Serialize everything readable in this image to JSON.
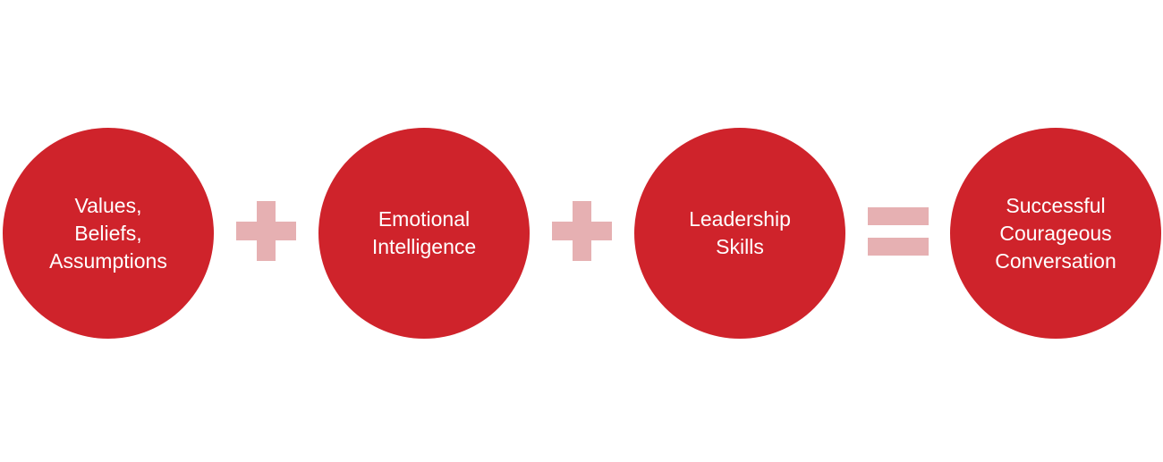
{
  "diagram": {
    "circles": [
      {
        "label": "Values,\nBeliefs,\nAssumptions"
      },
      {
        "label": "Emotional\nIntelligence"
      },
      {
        "label": "Leadership\nSkills"
      },
      {
        "label": "Successful\nCourageous\nConversation"
      }
    ],
    "operators": [
      "plus",
      "plus",
      "equals"
    ],
    "colors": {
      "circle_fill": "#cf232b",
      "operator_fill": "#e6b0b2",
      "label_text": "#ffffff"
    }
  }
}
